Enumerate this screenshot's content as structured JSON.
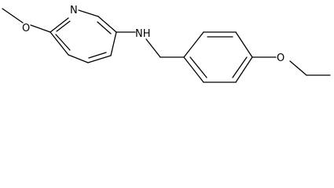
{
  "molecule": {
    "atoms": {
      "pyridine_n": "N",
      "amine_nh": "NH",
      "methoxy_o": "O",
      "ethoxy_o": "O"
    }
  },
  "colors": {
    "bond": "#000000",
    "label": "#000000",
    "background": "#ffffff"
  }
}
